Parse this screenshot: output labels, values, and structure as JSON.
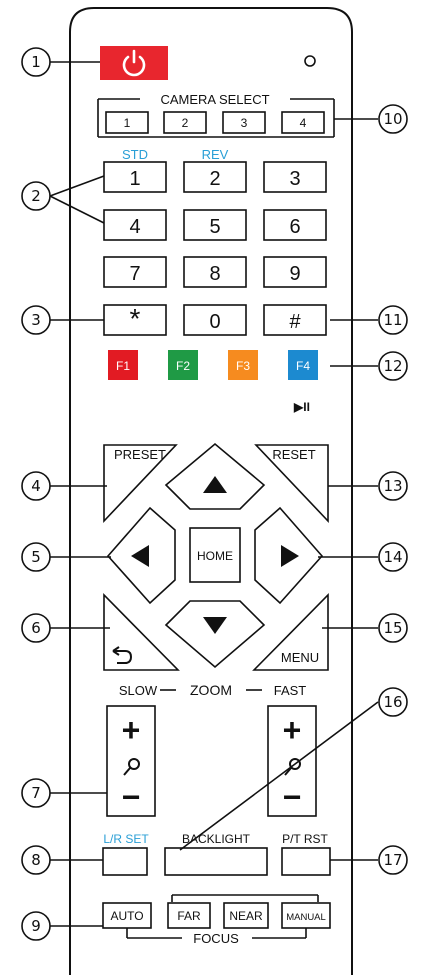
{
  "remote": {
    "power_icon": "power-icon",
    "power_color": "#e8262e",
    "camera_select": {
      "label": "CAMERA SELECT",
      "buttons": [
        "1",
        "2",
        "3",
        "4"
      ]
    },
    "number_pad": {
      "keys": [
        "1",
        "2",
        "3",
        "4",
        "5",
        "6",
        "7",
        "8",
        "9",
        "*",
        "0",
        "#"
      ],
      "label_std": "STD",
      "label_rev": "REV",
      "label_color": "#2a9fd6"
    },
    "function_keys": [
      {
        "label": "F1",
        "color": "#e21b23"
      },
      {
        "label": "F2",
        "color": "#1f9a45"
      },
      {
        "label": "F3",
        "color": "#f68b1f"
      },
      {
        "label": "F4",
        "color": "#1c8ad0"
      }
    ],
    "play_pause_icon": "▶II",
    "preset_label": "PRESET",
    "reset_label": "RESET",
    "home_label": "HOME",
    "menu_label": "MENU",
    "back_icon": "return-arrow-icon",
    "zoom": {
      "slow": "SLOW",
      "zoom": "ZOOM",
      "fast": "FAST",
      "plus": "+",
      "minus": "−"
    },
    "lr_set_label": "L/R SET",
    "backlight_label": "BACKLIGHT",
    "pt_rst_label": "P/T RST",
    "focus": {
      "label": "FOCUS",
      "auto": "AUTO",
      "far": "FAR",
      "near": "NEAR",
      "manual": "MANUAL"
    }
  },
  "callouts": [
    "1",
    "2",
    "3",
    "4",
    "5",
    "6",
    "7",
    "8",
    "9",
    "10",
    "11",
    "12",
    "13",
    "14",
    "15",
    "16",
    "17"
  ]
}
